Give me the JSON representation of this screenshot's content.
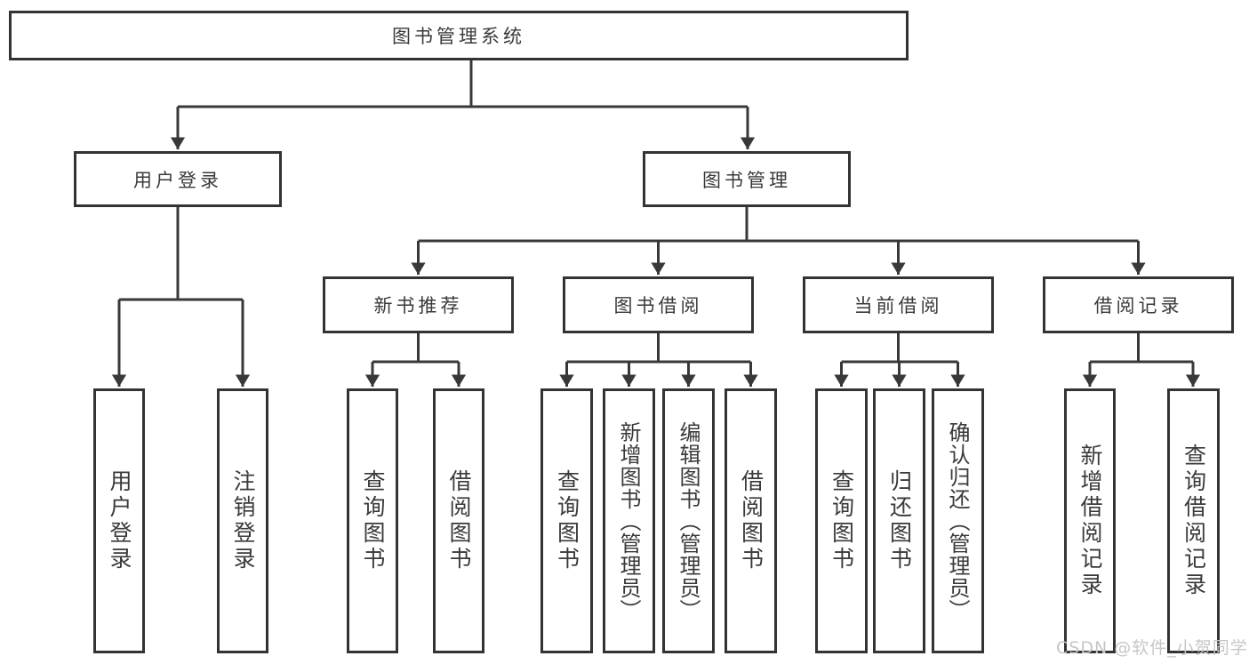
{
  "diagram": {
    "root": {
      "label": "图书管理系统"
    },
    "level2": {
      "user_login": {
        "label": "用户登录"
      },
      "book_mgmt": {
        "label": "图书管理"
      }
    },
    "level3": {
      "new_books": {
        "label": "新书推荐"
      },
      "book_borrow": {
        "label": "图书借阅"
      },
      "current_borrow": {
        "label": "当前借阅"
      },
      "borrow_records": {
        "label": "借阅记录"
      }
    },
    "leaves": {
      "login": "用户登录",
      "logout": "注销登录",
      "nb_query": "查询图书",
      "nb_borrow": "借阅图书",
      "bw_query": "查询图书",
      "bw_add": "新增图书（管理员）",
      "bw_edit": "编辑图书（管理员）",
      "bw_borrow": "借阅图书",
      "cur_query": "查询图书",
      "cur_return": "归还图书",
      "cur_confirm": "确认归还（管理员）",
      "rec_add": "新增借阅记录",
      "rec_query": "查询借阅记录"
    }
  },
  "watermark": "CSDN @软件_小贺同学",
  "colors": {
    "line": "#383838",
    "box_border": "#333333",
    "text": "#3a3a3a",
    "watermark": "#c6c6c6",
    "background": "#ffffff"
  }
}
